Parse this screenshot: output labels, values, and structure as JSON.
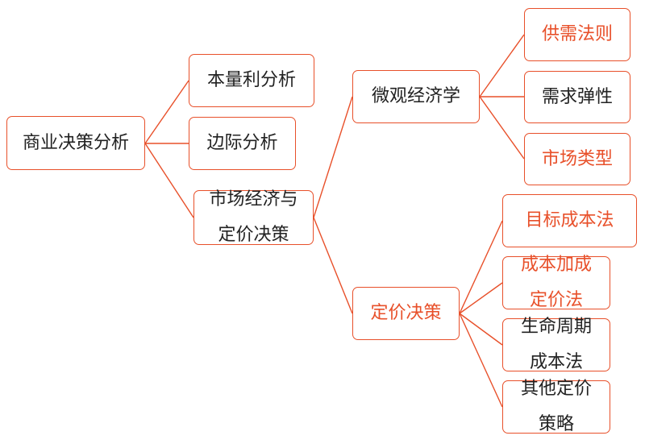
{
  "accent_color": "#e8502a",
  "root": {
    "label": "商业决策分析"
  },
  "level1": [
    {
      "label": "本量利分析"
    },
    {
      "label": "边际分析"
    },
    {
      "label": "市场经济与定价决策",
      "line1": "市场经济与",
      "line2": "定价决策"
    }
  ],
  "level2": [
    {
      "label": "微观经济学"
    },
    {
      "label": "定价决策"
    }
  ],
  "micro_children": [
    {
      "label": "供需法则"
    },
    {
      "label": "需求弹性"
    },
    {
      "label": "市场类型"
    }
  ],
  "pricing_children": [
    {
      "label": "目标成本法"
    },
    {
      "label": "成本加成定价法",
      "line1": "成本加成",
      "line2": "定价法"
    },
    {
      "label": "生命周期成本法",
      "line1": "生命周期",
      "line2": "成本法"
    },
    {
      "label": "其他定价策略",
      "line1": "其他定价",
      "line2": "策略"
    }
  ]
}
